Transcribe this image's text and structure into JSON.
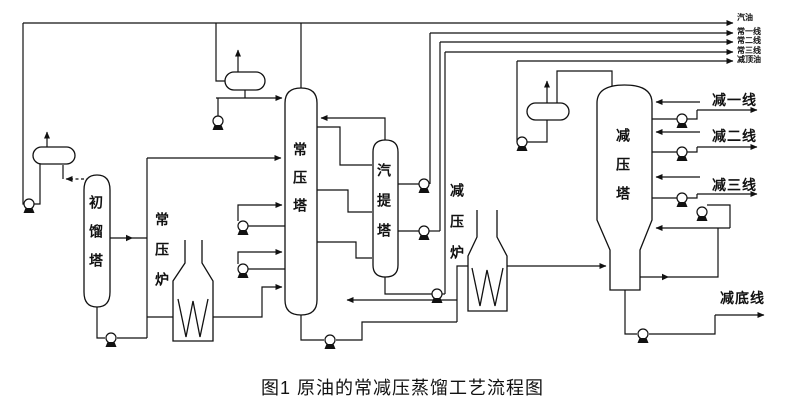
{
  "figure": {
    "caption": "图1 原油的常减压蒸馏工艺流程图",
    "background": "#ffffff",
    "ink": "#111111",
    "type": "process-flow-diagram"
  },
  "equipment": {
    "initial_tower": "初馏塔",
    "atmospheric_furnace": "常压炉",
    "atmospheric_tower": "常压塔",
    "stripper": "汽提塔",
    "vacuum_furnace": "减压炉",
    "vacuum_tower": "减压塔"
  },
  "streams": {
    "top_lines": [
      "汽油",
      "常一线",
      "常二线",
      "常三线",
      "减顶油"
    ],
    "vacuum_sides": [
      "减一线",
      "减二线",
      "减三线"
    ],
    "vacuum_bottom": "减底线"
  }
}
